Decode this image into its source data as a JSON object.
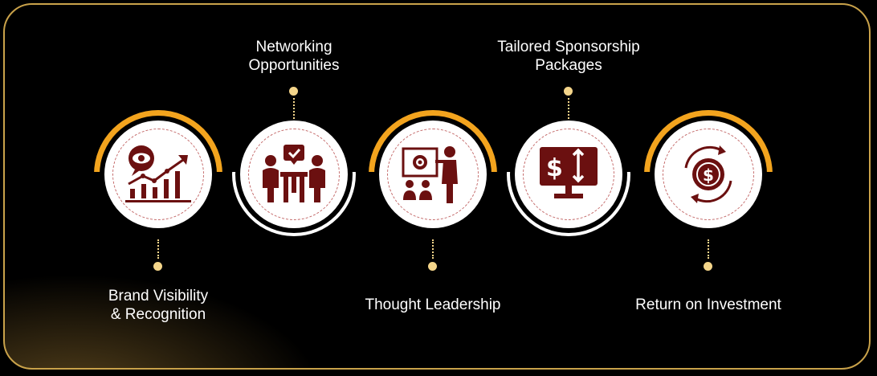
{
  "steps": [
    {
      "label_lines": [
        "Brand Visibility",
        "& Recognition"
      ],
      "icon": "brand-visibility-icon"
    },
    {
      "label_lines": [
        "Networking",
        "Opportunities"
      ],
      "icon": "networking-icon"
    },
    {
      "label_lines": [
        "Thought Leadership"
      ],
      "icon": "thought-leadership-icon"
    },
    {
      "label_lines": [
        "Tailored Sponsorship",
        "Packages"
      ],
      "icon": "sponsorship-packages-icon"
    },
    {
      "label_lines": [
        "Return on Investment"
      ],
      "icon": "roi-icon"
    }
  ],
  "colors": {
    "accent": "#f3a41e",
    "icon": "#6b1010",
    "dot": "#f4d58a",
    "frame": "#c9a24a"
  }
}
